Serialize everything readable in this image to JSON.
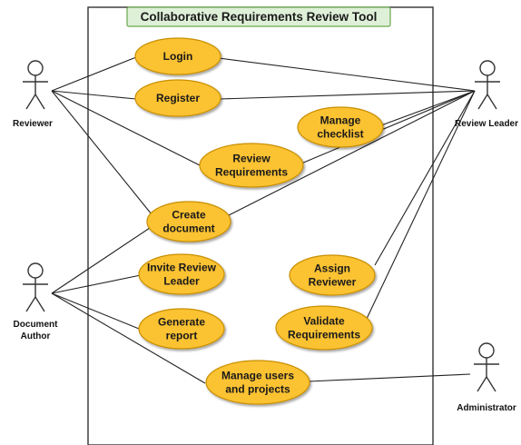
{
  "title": "Collaborative Requirements Review Tool",
  "colors": {
    "usecase_fill": "#fbc233",
    "usecase_stroke": "#c98f06",
    "title_fill": "#dff0d8",
    "title_stroke": "#6aa84f",
    "boundary": "#333333"
  },
  "actors": {
    "reviewer": "Reviewer",
    "review_leader": "Review Leader",
    "document_author_1": "Document",
    "document_author_2": "Author",
    "administrator": "Administrator"
  },
  "usecases": {
    "login": [
      "Login"
    ],
    "register": [
      "Register"
    ],
    "manage_checklist": [
      "Manage",
      "checklist"
    ],
    "review_requirements": [
      "Review",
      "Requirements"
    ],
    "create_document": [
      "Create",
      "document"
    ],
    "invite_review_leader": [
      "Invite Review",
      "Leader"
    ],
    "assign_reviewer": [
      "Assign",
      "Reviewer"
    ],
    "generate_report": [
      "Generate",
      "report"
    ],
    "validate_requirements": [
      "Validate",
      "Requirements"
    ],
    "manage_users_projects": [
      "Manage users",
      "and projects"
    ]
  }
}
